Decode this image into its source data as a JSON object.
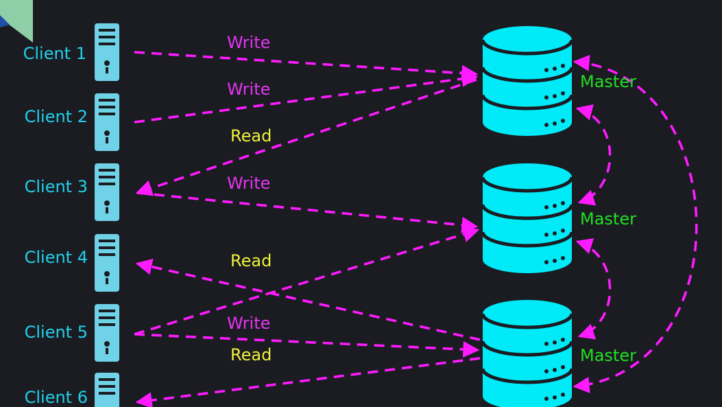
{
  "colors": {
    "background": "#1a1c22",
    "client_text": "#22d0e8",
    "server_body": "#6fd2e6",
    "db_body": "#00eaf8",
    "write": "#e535f0",
    "read": "#eef03a",
    "master": "#22e022",
    "arrow": "#ff1bff"
  },
  "clients": [
    {
      "label": "Client 1"
    },
    {
      "label": "Client 2"
    },
    {
      "label": "Client 3"
    },
    {
      "label": "Client 4"
    },
    {
      "label": "Client 5"
    },
    {
      "label": "Client 6"
    }
  ],
  "databases": [
    {
      "label": "Master"
    },
    {
      "label": "Master"
    },
    {
      "label": "Master"
    }
  ],
  "operations": [
    {
      "label": "Write",
      "kind": "write"
    },
    {
      "label": "Write",
      "kind": "write"
    },
    {
      "label": "Read",
      "kind": "read"
    },
    {
      "label": "Write",
      "kind": "write"
    },
    {
      "label": "Read",
      "kind": "read"
    },
    {
      "label": "Write",
      "kind": "write"
    },
    {
      "label": "Read",
      "kind": "read"
    }
  ],
  "connections": [
    {
      "client": "Client 1",
      "database": "Master 1",
      "type": "Write"
    },
    {
      "client": "Client 2",
      "database": "Master 1",
      "type": "Write"
    },
    {
      "client": "Client 3",
      "database": "Master 1",
      "type": "Read"
    },
    {
      "client": "Client 3",
      "database": "Master 2",
      "type": "Write"
    },
    {
      "client": "Client 4",
      "database": "Master 3",
      "type": "Read"
    },
    {
      "client": "Client 5",
      "database": "Master 2",
      "type": "Write"
    },
    {
      "client": "Client 5",
      "database": "Master 3",
      "type": "Write"
    },
    {
      "client": "Client 6",
      "database": "Master 3",
      "type": "Read"
    }
  ],
  "replication": [
    {
      "between": [
        "Master 1",
        "Master 2"
      ]
    },
    {
      "between": [
        "Master 2",
        "Master 3"
      ]
    },
    {
      "between": [
        "Master 1",
        "Master 3"
      ]
    }
  ]
}
